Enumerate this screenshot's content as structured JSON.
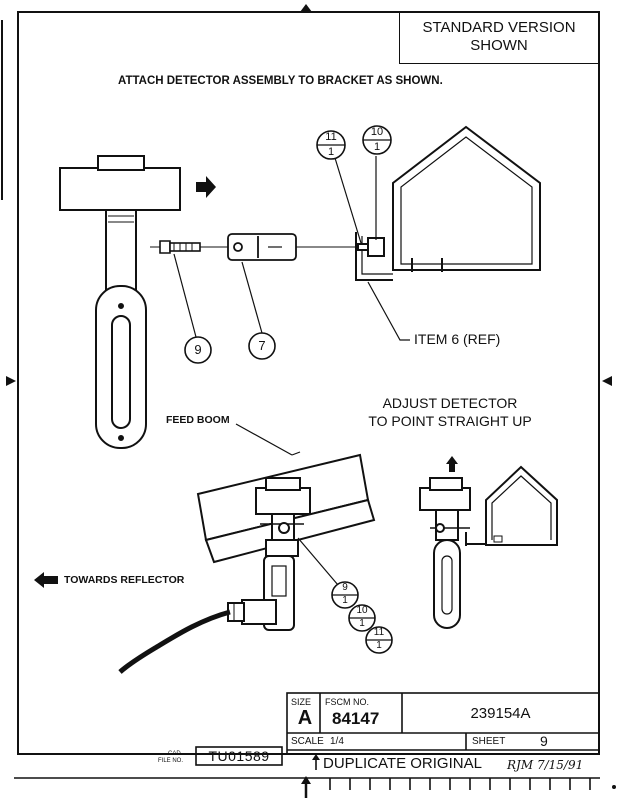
{
  "header_box": {
    "line1": "STANDARD VERSION",
    "line2": "SHOWN"
  },
  "instruction": "ATTACH DETECTOR ASSEMBLY TO BRACKET AS SHOWN.",
  "callouts": {
    "c9": "9",
    "c7": "7",
    "c11_top": "11",
    "c11_bot": "1",
    "c10_top": "10",
    "c10_bot": "1",
    "l9_top": "9",
    "l9_bot": "1",
    "l10_top": "10",
    "l10_bot": "1",
    "l11_top": "11",
    "l11_bot": "1"
  },
  "item6": "ITEM 6 (REF)",
  "adjust_note": {
    "line1": "ADJUST DETECTOR",
    "line2": "TO POINT STRAIGHT UP"
  },
  "feed_boom": "FEED BOOM",
  "towards_reflector": "TOWARDS REFLECTOR",
  "title_block": {
    "size_label": "SIZE",
    "size_value": "A",
    "fscm_label": "FSCM NO.",
    "fscm_value": "84147",
    "drawing_no": "239154A",
    "scale_label": "SCALE",
    "scale_value": "1/4",
    "sheet_label": "SHEET",
    "sheet_value": "9"
  },
  "cad_file": {
    "label_top": "CAD",
    "label_bottom": "FILE NO.",
    "value": "TU01589"
  },
  "duplicate_original": "DUPLICATE ORIGINAL",
  "signature": "RJM 7/15/91"
}
